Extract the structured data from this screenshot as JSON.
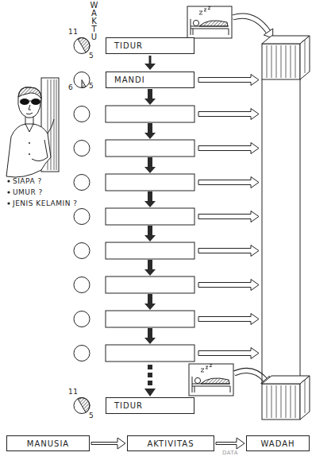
{
  "diagram": {
    "nodes": [
      {
        "text": [
          "TIDUR"
        ]
      },
      {
        "text": [
          "MANDI"
        ]
      },
      {
        "text": [
          "TIDUR"
        ]
      },
      {
        "text": [
          "MANUSIA"
        ]
      },
      {
        "text": [
          "AKTIVITAS"
        ]
      },
      {
        "text": [
          "WADAH"
        ]
      }
    ],
    "edges": [
      {
        "from": 0,
        "to": 1,
        "arrow": "to"
      },
      {
        "from": 3,
        "to": 4,
        "arrow": "to"
      },
      {
        "from": 4,
        "to": 5,
        "label": "DATA",
        "arrow": "to"
      }
    ],
    "labels": [
      "WAKTU",
      "11",
      "5",
      "6",
      "5",
      "11",
      "5",
      "SIAPA ?",
      "UMUR ?",
      "JENIS KELAMIN ?"
    ]
  }
}
